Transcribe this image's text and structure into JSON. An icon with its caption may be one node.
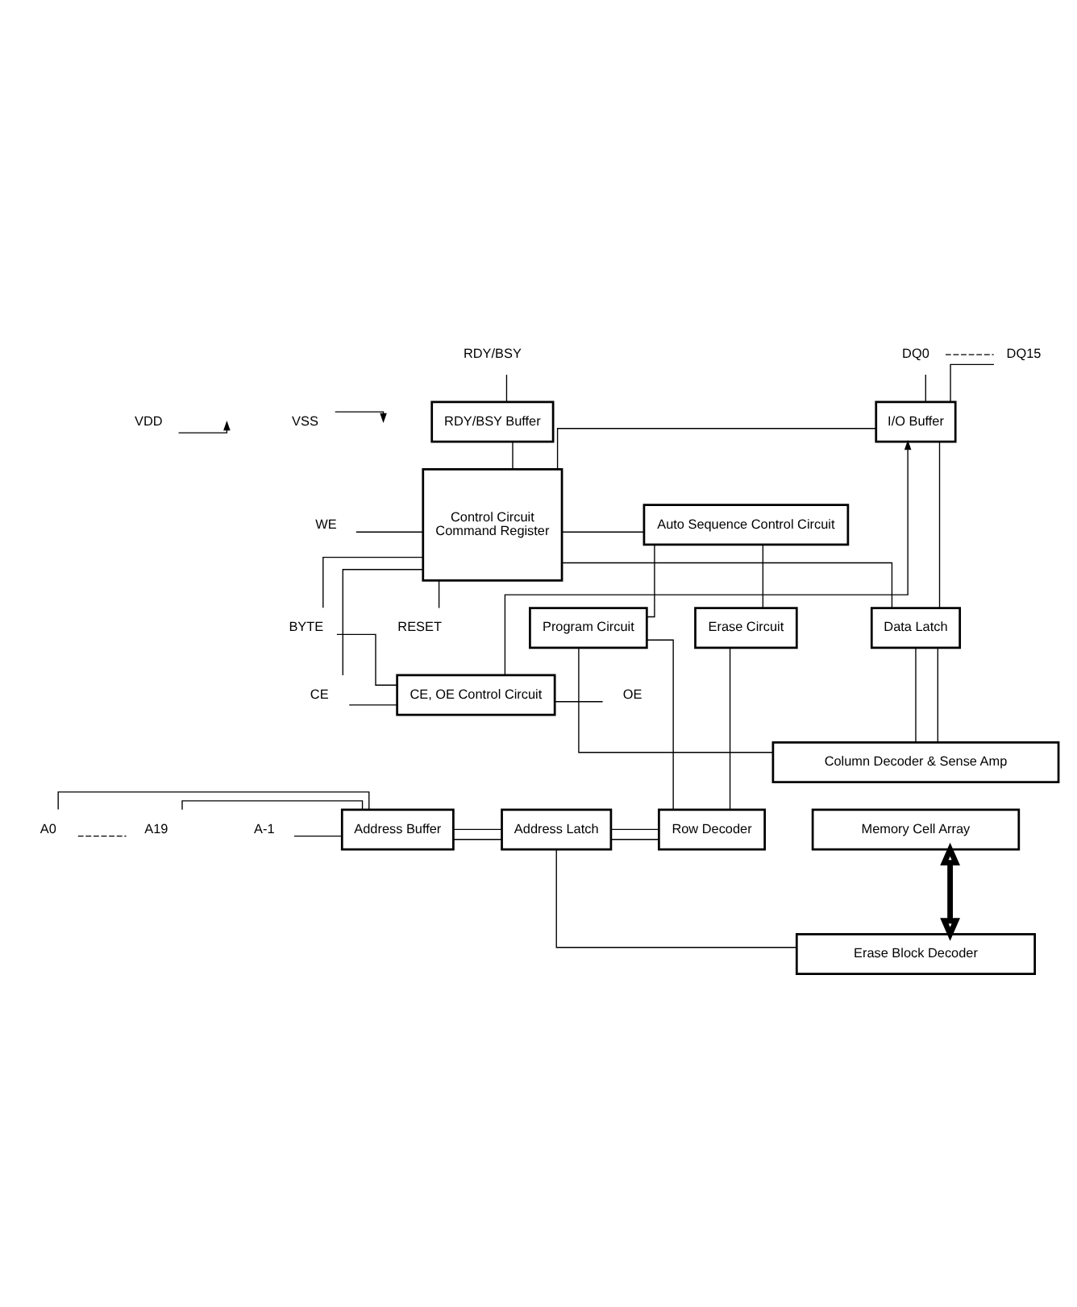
{
  "diagram": {
    "nodes": [
      {
        "text": [
          "RDY/BSY"
        ]
      },
      {
        "text": [
          "VDD"
        ]
      },
      {
        "text": [
          "VSS"
        ]
      },
      {
        "text": [
          "RDY/BSY Buffer"
        ]
      },
      {
        "text": [
          "DQ0"
        ]
      },
      {
        "text": [
          "DQ15"
        ]
      },
      {
        "text": [
          "I/O Buffer"
        ]
      },
      {
        "text": [
          "WE"
        ]
      },
      {
        "text": [
          "Control Circuit",
          "Command Register"
        ]
      },
      {
        "text": [
          "Auto Sequence Control Circuit"
        ]
      },
      {
        "text": [
          "BYTE"
        ]
      },
      {
        "text": [
          "RESET"
        ]
      },
      {
        "text": [
          "Program Circuit"
        ]
      },
      {
        "text": [
          "Erase Circuit"
        ]
      },
      {
        "text": [
          "Data Latch"
        ]
      },
      {
        "text": [
          "CE"
        ]
      },
      {
        "text": [
          "CE, OE Control Circuit"
        ]
      },
      {
        "text": [
          "OE"
        ]
      },
      {
        "text": [
          "Column Decoder & Sense Amp"
        ]
      },
      {
        "text": [
          "A0"
        ]
      },
      {
        "text": [
          "A19"
        ]
      },
      {
        "text": [
          "A-1"
        ]
      },
      {
        "text": [
          "Address Buffer"
        ]
      },
      {
        "text": [
          "Address Latch"
        ]
      },
      {
        "text": [
          "Row Decoder"
        ]
      },
      {
        "text": [
          "Memory Cell Array"
        ]
      },
      {
        "text": [
          "Erase Block Decoder"
        ]
      }
    ],
    "edges": [
      {
        "from": 0,
        "to": 3,
        "arrow": "none"
      },
      {
        "from": 1,
        "to": null,
        "arrow": "to"
      },
      {
        "from": 2,
        "to": null,
        "arrow": "to"
      },
      {
        "from": 3,
        "to": 8,
        "arrow": "none"
      },
      {
        "from": 4,
        "to": 6,
        "arrow": "none"
      },
      {
        "from": 5,
        "to": 6,
        "arrow": "none"
      },
      {
        "from": 4,
        "to": 5,
        "arrow": "none",
        "style": "dashed"
      },
      {
        "from": 6,
        "to": 8,
        "arrow": "none"
      },
      {
        "from": 8,
        "to": 14,
        "arrow": "none"
      },
      {
        "from": 6,
        "to": 14,
        "arrow": "none"
      },
      {
        "from": 7,
        "to": 8,
        "arrow": "none"
      },
      {
        "from": 8,
        "to": 9,
        "arrow": "none"
      },
      {
        "from": 10,
        "to": 8,
        "arrow": "none"
      },
      {
        "from": 11,
        "to": 8,
        "arrow": "none"
      },
      {
        "from": 10,
        "to": 16,
        "arrow": "none"
      },
      {
        "from": 15,
        "to": 8,
        "arrow": "none"
      },
      {
        "from": 9,
        "to": 12,
        "arrow": "none"
      },
      {
        "from": 9,
        "to": 13,
        "arrow": "none"
      },
      {
        "from": 14,
        "to": 18,
        "arrow": "none"
      },
      {
        "from": 14,
        "to": 18,
        "arrow": "none"
      },
      {
        "from": 15,
        "to": 16,
        "arrow": "none"
      },
      {
        "from": 17,
        "to": 16,
        "arrow": "none"
      },
      {
        "from": 16,
        "to": 6,
        "arrow": "to"
      },
      {
        "from": 12,
        "to": 18,
        "arrow": "none"
      },
      {
        "from": 12,
        "to": 24,
        "arrow": "none"
      },
      {
        "from": 13,
        "to": 24,
        "arrow": "none"
      },
      {
        "from": 19,
        "to": 22,
        "arrow": "none"
      },
      {
        "from": 20,
        "to": 22,
        "arrow": "none"
      },
      {
        "from": 19,
        "to": 20,
        "arrow": "none",
        "style": "dashed"
      },
      {
        "from": 21,
        "to": 22,
        "arrow": "none"
      },
      {
        "from": 22,
        "to": 23,
        "arrow": "none"
      },
      {
        "from": 22,
        "to": 23,
        "arrow": "none"
      },
      {
        "from": 23,
        "to": 24,
        "arrow": "none"
      },
      {
        "from": 23,
        "to": 24,
        "arrow": "none"
      },
      {
        "from": 23,
        "to": 26,
        "arrow": "none"
      },
      {
        "from": 25,
        "to": 26,
        "arrow": "both",
        "style": "thick"
      }
    ]
  }
}
